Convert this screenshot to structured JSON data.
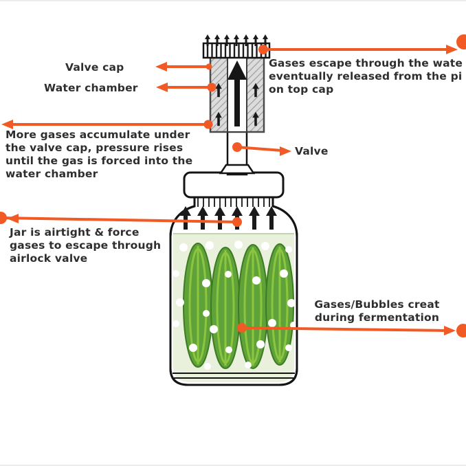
{
  "colors": {
    "accent": "#f15a24",
    "cucumber": "#5fa23a",
    "liquid": "#e9f1dd",
    "text": "#2e2e2e"
  },
  "labels": {
    "valve_cap": "Valve cap",
    "water_chamber": "Water chamber",
    "gases_escape": "Gases escape through the wate\neventually released from the pi\non top cap",
    "more_gases": "More gases accumulate under\nthe valve cap, pressure rises\nuntil the gas is forced into the\nwater chamber",
    "valve": "Valve",
    "jar_airtight": "Jar is airtight & force\ngases to escape through\nairlock valve",
    "bubbles": "Gases/Bubbles creat\nduring fermentation"
  }
}
